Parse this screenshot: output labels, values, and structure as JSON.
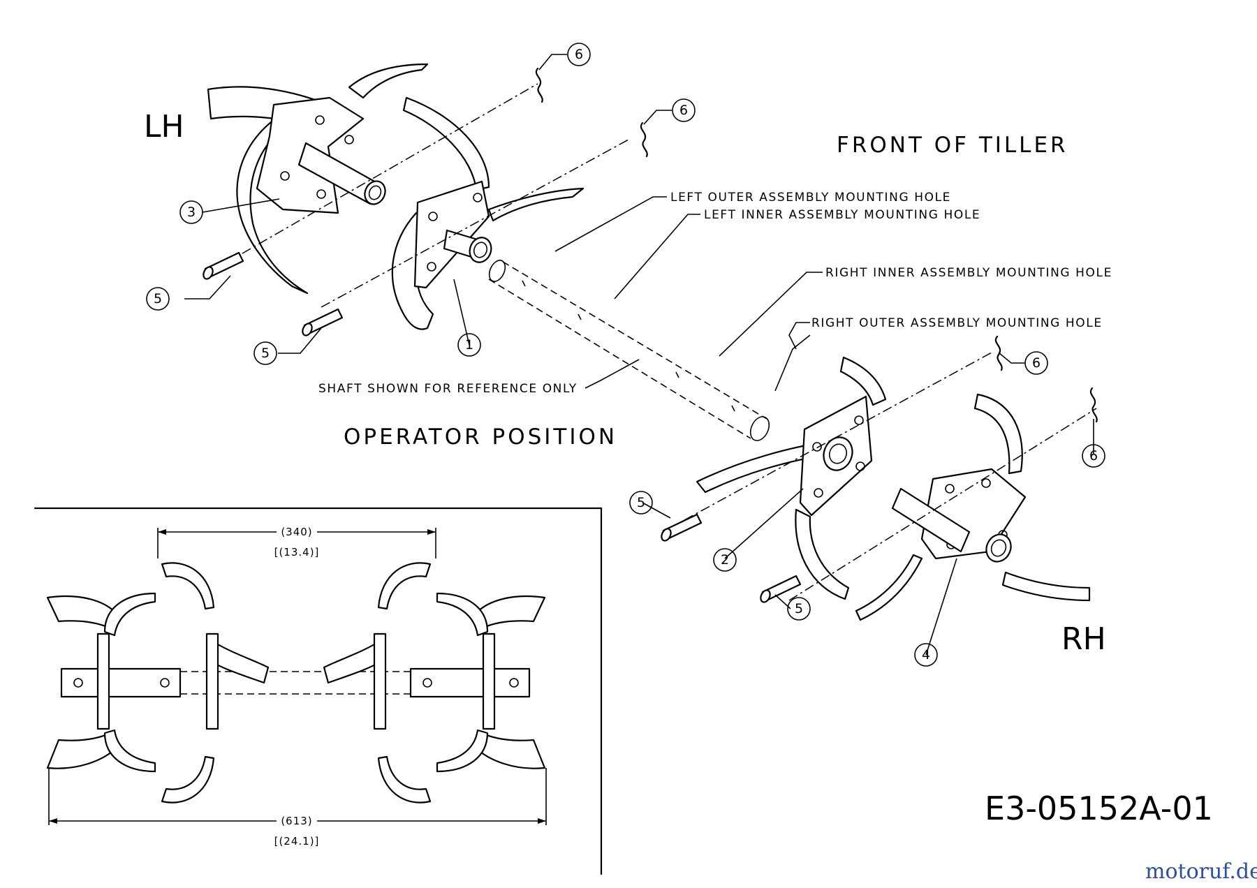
{
  "labels": {
    "lh": "LH",
    "rh": "RH",
    "front": "FRONT OF TILLER",
    "operator": "OPERATOR POSITION",
    "left_outer": "LEFT OUTER ASSEMBLY MOUNTING HOLE",
    "left_inner": "LEFT INNER ASSEMBLY MOUNTING HOLE",
    "right_inner": "RIGHT INNER ASSEMBLY MOUNTING HOLE",
    "right_outer": "RIGHT OUTER ASSEMBLY MOUNTING HOLE",
    "shaft_note": "SHAFT SHOWN FOR REFERENCE ONLY",
    "drawing_number": "E3-05152A-01",
    "watermark": "motoruf.de"
  },
  "callouts": {
    "c1": "1",
    "c2": "2",
    "c3": "3",
    "c4": "4",
    "c5a": "5",
    "c5b": "5",
    "c5c": "5",
    "c5d": "5",
    "c6a": "6",
    "c6b": "6",
    "c6c": "6",
    "c6d": "6"
  },
  "dimensions": {
    "inner_mm": "(340)",
    "inner_in": "[(13.4)]",
    "overall_mm": "(613)",
    "overall_in": "[(24.1)]"
  },
  "colors": {
    "ink": "#000000",
    "background": "#ffffff",
    "watermark_blue": "#2b4fa3",
    "watermark_orange": "#e07a1f"
  }
}
